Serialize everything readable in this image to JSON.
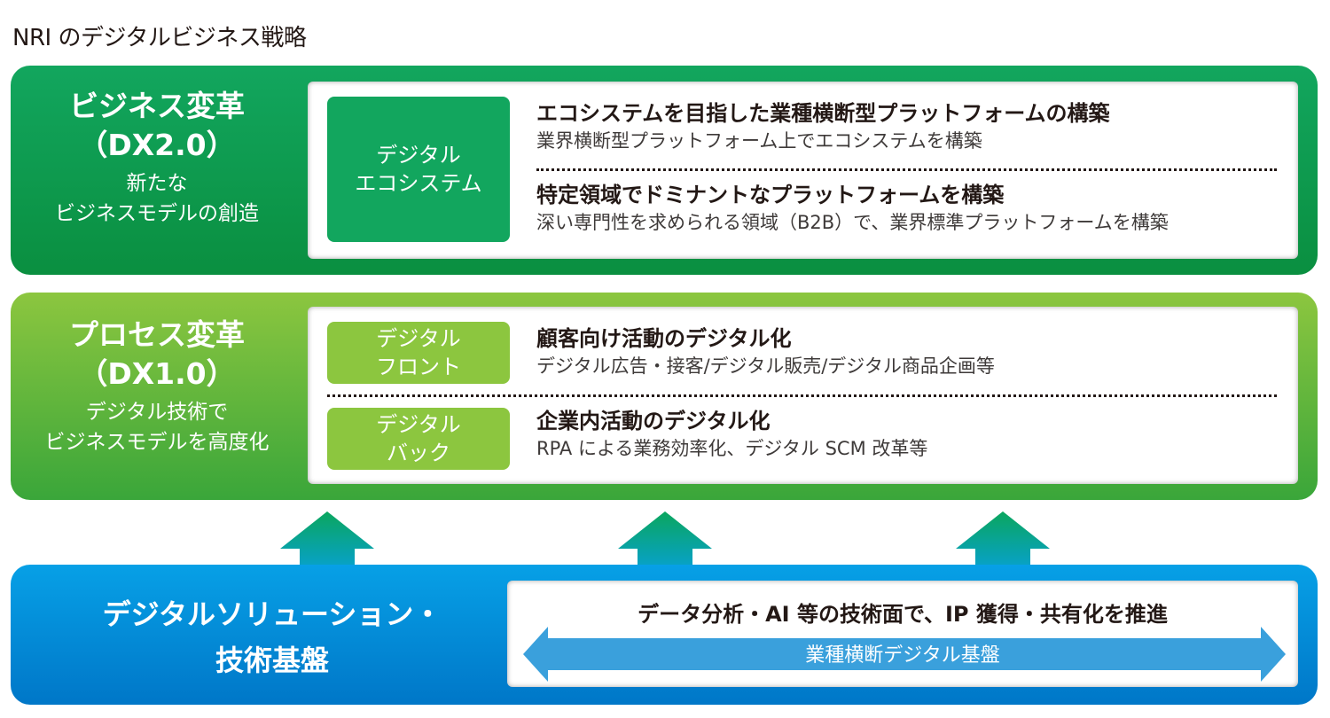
{
  "title": "NRI のデジタルビジネス戦略",
  "colors": {
    "business_green": "#12a65e",
    "process_green": "#8cc63f",
    "foundation_blue": "#07a0e6",
    "double_arrow_blue": "#3aa0dc"
  },
  "business": {
    "label_main_1": "ビジネス変革",
    "label_main_2": "（DX2.0）",
    "label_sub_1": "新たな",
    "label_sub_2": "ビジネスモデルの創造",
    "tag_1": "デジタル",
    "tag_2": "エコシステム",
    "items": [
      {
        "heading": "エコシステムを目指した業種横断型プラットフォームの構築",
        "detail": "業界横断型プラットフォーム上でエコシステムを構築"
      },
      {
        "heading": "特定領域でドミナントなプラットフォームを構築",
        "detail": "深い専門性を求められる領域（B2B）で、業界標準プラットフォームを構築"
      }
    ]
  },
  "process": {
    "label_main_1": "プロセス変革",
    "label_main_2": "（DX1.0）",
    "label_sub_1": "デジタル技術で",
    "label_sub_2": "ビジネスモデルを高度化",
    "items": [
      {
        "tag_1": "デジタル",
        "tag_2": "フロント",
        "heading": "顧客向け活動のデジタル化",
        "detail": "デジタル広告・接客/デジタル販売/デジタル商品企画等"
      },
      {
        "tag_1": "デジタル",
        "tag_2": "バック",
        "heading": "企業内活動のデジタル化",
        "detail": "RPA による業務効率化、デジタル SCM 改革等"
      }
    ]
  },
  "foundation": {
    "label_1": "デジタルソリューション・",
    "label_2": "技術基盤",
    "statement": "データ分析・AI 等の技術面で、IP 獲得・共有化を推進",
    "arrow_label": "業種横断デジタル基盤"
  }
}
